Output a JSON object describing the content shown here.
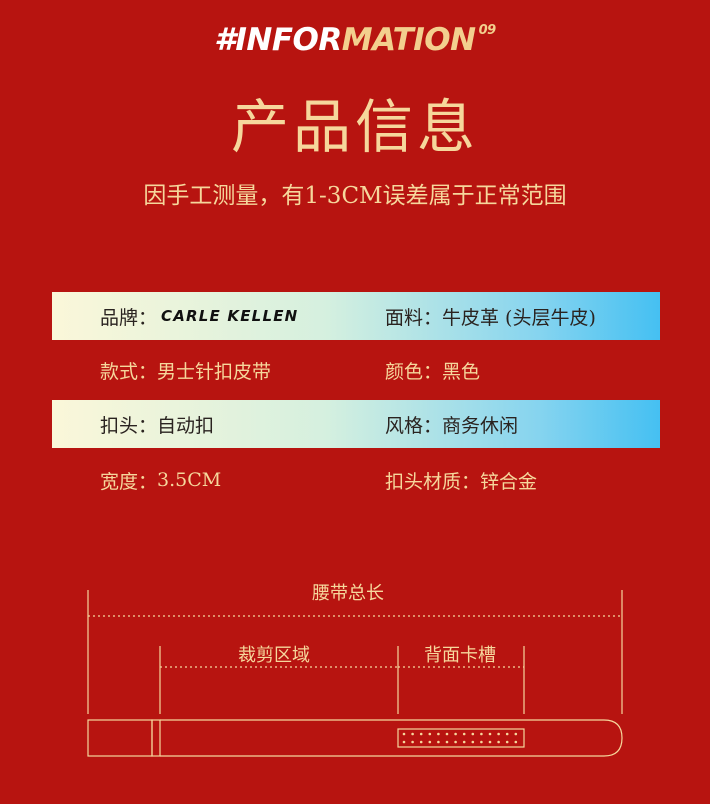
{
  "header": {
    "en_title_hash": "#INFOR",
    "en_title_rest": "MATION",
    "en_title_num": "09",
    "cn_title": "产品信息",
    "subtitle": "因手工测量，有1-3CM误差属于正常范围"
  },
  "specs": [
    {
      "left_label": "品牌：",
      "left_value": "CARLE KELLEN",
      "right_label": "面料：",
      "right_value": "牛皮革 (头层牛皮)"
    },
    {
      "left_label": "款式：",
      "left_value": "男士针扣皮带",
      "right_label": "颜色：",
      "right_value": "黑色"
    },
    {
      "left_label": "扣头：",
      "left_value": "自动扣",
      "right_label": "风格：",
      "right_value": "商务休闲"
    },
    {
      "left_label": "宽度：",
      "left_value": "3.5CM",
      "right_label": "扣头材质：",
      "right_value": "锌合金"
    }
  ],
  "diagram": {
    "total_length": "腰带总长",
    "cut_area": "裁剪区域",
    "back_slot": "背面卡槽"
  },
  "colors": {
    "background": "#b71410",
    "gold": "#f6d79c",
    "band_start": "#fbf7d9",
    "band_end": "#45c0f2"
  }
}
